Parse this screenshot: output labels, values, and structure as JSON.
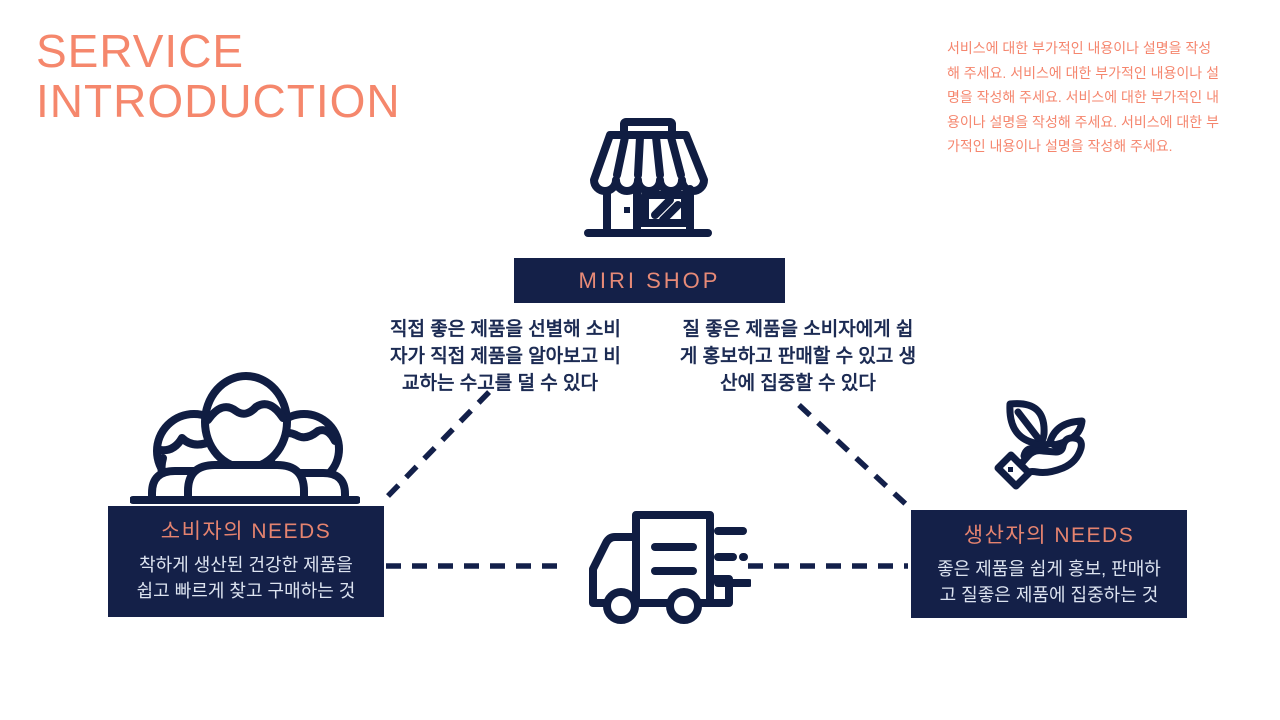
{
  "slide": {
    "title": "SERVICE\nINTRODUCTION",
    "intro": "서비스에 대한 부가적인 내용이나 설명을 작성\n해 주세요. 서비스에 대한 부가적인 내용이나 설\n명을 작성해 주세요. 서비스에 대한 부가적인 내\n용이나 설명을 작성해 주세요. 서비스에 대한 부\n가적인 내용이나 설명을 작성해 주세요."
  },
  "shop": {
    "label": "MIRI SHOP",
    "icon": "storefront-icon",
    "benefit_consumer_side": "직접 좋은 제품을 선별해 소비\n자가 직접 제품을 알아보고 비\n교하는 수고를 덜 수 있다",
    "benefit_producer_side": "질 좋은 제품을 소비자에게 쉽\n게 홍보하고 판매할 수 있고 생\n산에 집중할 수 있다"
  },
  "consumer": {
    "icon": "people-group-icon",
    "title": "소비자의 NEEDS",
    "description": "착하게 생산된 건강한 제품을\n쉽고 빠르게 찾고 구매하는 것"
  },
  "producer": {
    "icon": "hand-sprout-icon",
    "title": "생산자의 NEEDS",
    "description": "좋은 제품을 쉽게 홍보, 판매하\n고 질좋은 제품에 집중하는 것"
  },
  "delivery": {
    "icon": "delivery-truck-icon"
  },
  "colors": {
    "accent_salmon": "#F5876C",
    "navy_box": "#142048",
    "navy_icon": "#101D42",
    "box_title_salmon": "#E5836F",
    "box_body_text": "#DCE3F0",
    "benefit_text_navy": "#1C2B53"
  }
}
